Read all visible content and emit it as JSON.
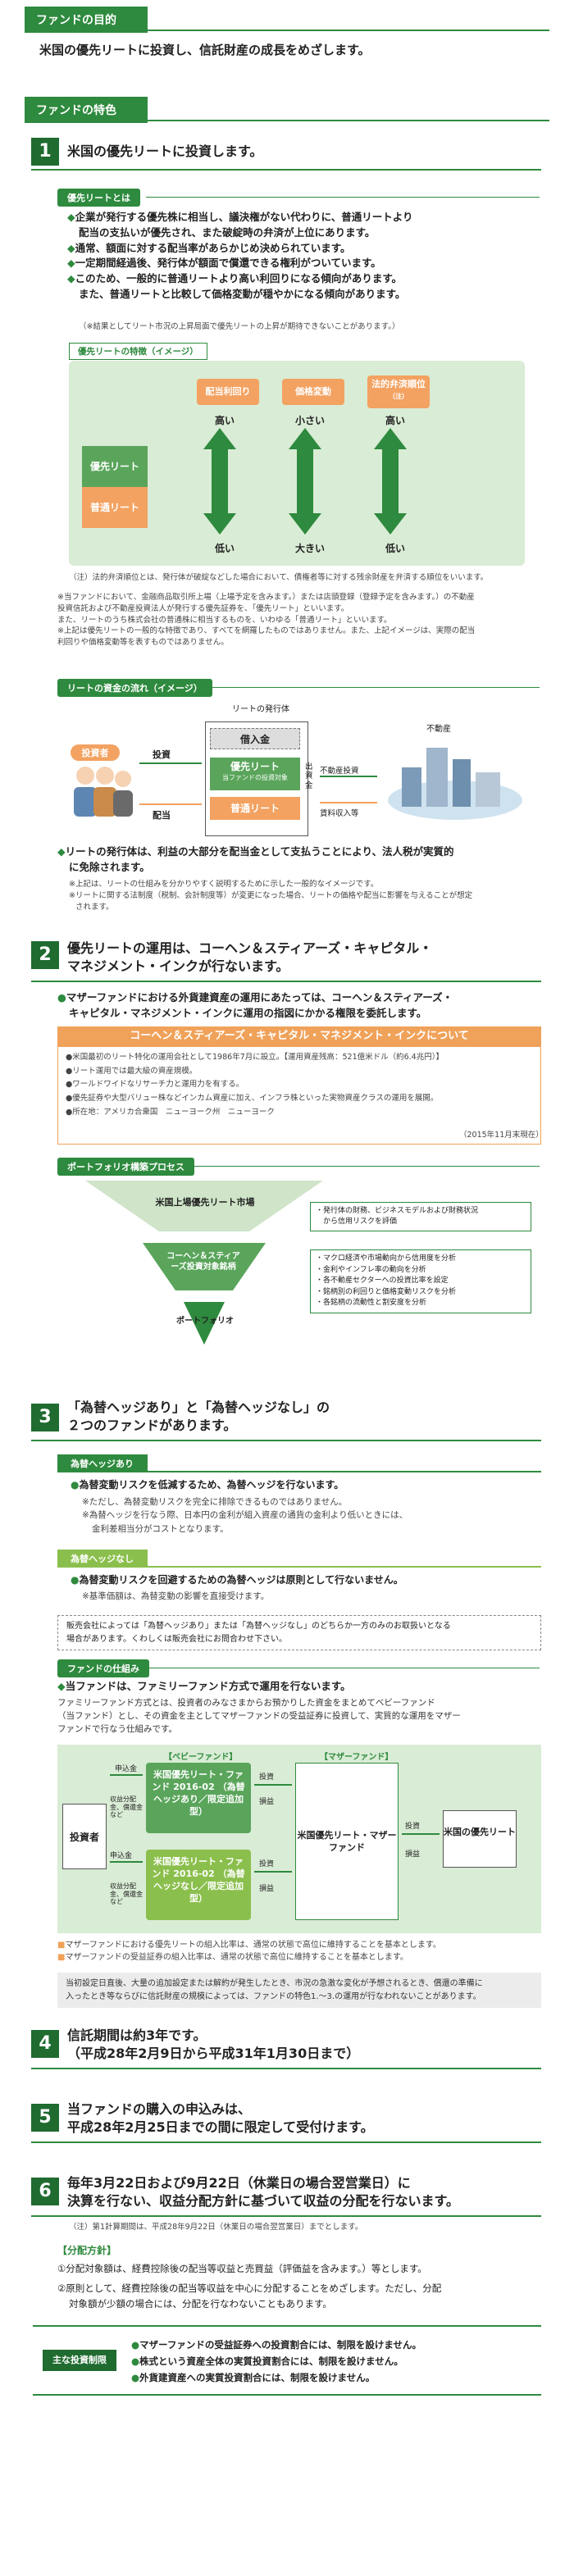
{
  "purpose": {
    "header": "ファンドの目的",
    "text": "米国の優先リートに投資し、信託財産の成長をめざします。"
  },
  "features": {
    "header": "ファンドの特色"
  },
  "sec1": {
    "num": "1",
    "title": "米国の優先リートに投資します。",
    "chip": "優先リートとは",
    "bullets": [
      "企業が発行する優先株に相当し、議決権がない代わりに、普通リートより",
      "配当の支払いが優先され、また破綻時の弁済が上位にあります。",
      "通常、額面に対する配当率があらかじめ決められています。",
      "一定期間経過後、発行体が額面で償還できる権利がついています。",
      "このため、一般的に普通リートより高い利回りになる傾向があります。",
      "また、普通リートと比較して価格変動が穏やかになる傾向があります。"
    ],
    "bullet_note": "（※結果としてリート市況の上昇局面で優先リートの上昇が期待できないことがあります。）",
    "img_title": "優先リートの特徴（イメージ）",
    "col_heads": [
      "配当利回り",
      "価格変動",
      "法的弁済順位"
    ],
    "col_head_note": "（注）",
    "high": [
      "高い",
      "小さい",
      "高い"
    ],
    "low": [
      "低い",
      "大きい",
      "低い"
    ],
    "row_pref": "優先リート",
    "row_common": "普通リート",
    "note_legal": "（注）法的弁済順位とは、発行体が破綻などした場合において、債権者等に対する残余財産を弁済する順位をいいます。",
    "notes": [
      "※当ファンドにおいて、金融商品取引所上場（上場予定を含みます。）または店頭登録（登録予定を含みます。）の不動産",
      "投資信託および不動産投資法人が発行する優先証券を、「優先リート」といいます。",
      "また、リートのうち株式会社の普通株に相当するものを、いわゆる「普通リート」といいます。",
      "※上記は優先リートの一般的な特徴であり、すべてを網羅したものではありません。また、上記イメージは、実際の配当",
      "利回りや価格変動等を表すものではありません。"
    ]
  },
  "flow": {
    "chip": "リートの資金の流れ（イメージ）",
    "issuer": "リートの発行体",
    "investor": "投資者",
    "invest": "投資",
    "dividend": "配当",
    "borrow": "借入金",
    "pref": "優先リート",
    "pref_sub": "当ファンドの投資対象",
    "common": "普通リート",
    "capital": "出資金",
    "realestate": "不動産",
    "re_invest": "不動産投資",
    "rent": "賃料収入等",
    "bullet1": "リートの発行体は、利益の大部分を配当金として支払うことにより、法人税が実質的",
    "bullet1b": "に免除されます。",
    "note1": "※上記は、リートの仕組みを分かりやすく説明するために示した一般的なイメージです。",
    "note2": "※リートに関する法制度（税制、会計制度等）が変更になった場合、リートの価格や配当に影響を与えることが想定",
    "note2b": "されます。"
  },
  "sec2": {
    "num": "2",
    "title1": "優先リートの運用は、コーヘン＆スティアーズ・キャピタル・",
    "title2": "マネジメント・インクが行ないます。",
    "bullet1": "マザーファンドにおける外貨建資産の運用にあたっては、コーヘン＆スティアーズ・",
    "bullet1b": "キャピタル・マネジメント・インクに運用の指図にかかる権限を委託します。",
    "about_header": "コーヘン＆スティアーズ・キャピタル・マネジメント・インクについて",
    "about_items": [
      "米国最初のリート特化の運用会社として1986年7月に設立。【運用資産残高：521億米ドル（約6.4兆円）】",
      "リート運用では最大級の資産規模。",
      "ワールドワイドなリサーチ力と運用力を有する。",
      "優先証券や大型バリュー株などインカム資産に加え、インフラ株といった実物資産クラスの運用を展開。",
      "所在地：アメリカ合衆国　ニューヨーク州　ニューヨーク"
    ],
    "about_note": "（2015年11月末現在）",
    "process_chip": "ポートフォリオ構築プロセス",
    "funnel": [
      "米国上場優先リート市場",
      "コーヘン＆スティアーズ投資対象銘柄",
      "ポートフォリオ"
    ],
    "right1": [
      "・発行体の財務、ビジネスモデルおよび財務状況",
      "　から信用リスクを評価"
    ],
    "right2": [
      "・マクロ経済や市場動向から信用度を分析",
      "・金利やインフレ率の動向を分析",
      "・各不動産セクターへの投資比率を設定",
      "・銘柄別の利回りと価格変動リスクを分析",
      "・各銘柄の流動性と割安度を分析"
    ]
  },
  "sec3": {
    "num": "3",
    "title1": "「為替ヘッジあり」と「為替ヘッジなし」の",
    "title2": "２つのファンドがあります。",
    "hedge_yes": "為替ヘッジあり",
    "yes_b1": "為替変動リスクを低減するため、為替ヘッジを行ないます。",
    "yes_n1": "※ただし、為替変動リスクを完全に排除できるものではありません。",
    "yes_n2": "※為替ヘッジを行なう際、日本円の金利が組入資産の通貨の金利より低いときには、",
    "yes_n3": "金利差相当分がコストとなります。",
    "hedge_no": "為替ヘッジなし",
    "no_b1": "為替変動リスクを回避するための為替ヘッジは原則として行ないません。",
    "no_n1": "※基準価額は、為替変動の影響を直接受けます。",
    "dealer1": "販売会社によっては「為替ヘッジあり」または「為替ヘッジなし」のどちらか一方のみのお取扱いとなる",
    "dealer2": "場合があります。くわしくは販売会社にお問合わせ下さい。"
  },
  "scheme": {
    "chip": "ファンドの仕組み",
    "lead": "当ファンドは、ファミリーファンド方式で運用を行ないます。",
    "desc1": "ファミリーファンド方式とは、投資者のみなさまからお預かりした資金をまとめてベビーファンド",
    "desc2": "（当ファンド）とし、その資金を主としてマザーファンドの受益証券に投資して、実質的な運用をマザー",
    "desc3": "ファンドで行なう仕組みです。",
    "baby": "【ベビーファンド】",
    "mother": "【マザーファンド】",
    "investor": "投資者",
    "apply": "申込金",
    "dist": "収益分配金、償還金 など",
    "fund1": "米国優先リート・ファンド 2016-02 （為替ヘッジあり／限定追加型）",
    "fund2": "米国優先リート・ファンド 2016-02 （為替ヘッジなし／限定追加型）",
    "invest": "投資",
    "gain": "損益",
    "mother_fund": "米国優先リート・マザーファンド",
    "us_pref": "米国の優先リート",
    "n1": "マザーファンドにおける優先リートの組入比率は、通常の状態で高位に維持することを基本とします。",
    "n2": "マザーファンドの受益証券の組入比率は、通常の状態で高位に維持することを基本とします。",
    "market1": "当初設定日直後、大量の追加設定または解約が発生したとき、市況の急激な変化が予想されるとき、償還の準備に",
    "market2": "入ったとき等ならびに信託財産の規模によっては、ファンドの特色1.～3.の運用が行なわれないことがあります。"
  },
  "sec4": {
    "num": "4",
    "title1": "信託期間は約3年です。",
    "title2": "（平成28年2月9日から平成31年1月30日まで）"
  },
  "sec5": {
    "num": "5",
    "title1": "当ファンドの購入の申込みは、",
    "title2": "平成28年2月25日までの間に限定して受付けます。"
  },
  "sec6": {
    "num": "6",
    "title1": "毎年3月22日および9月22日（休業日の場合翌営業日）に",
    "title2": "決算を行ない、収益分配方針に基づいて収益の分配を行ないます。",
    "note": "（注）第1計算期間は、平成28年9月22日（休業日の場合翌営業日）までとします。",
    "policy": "【分配方針】",
    "p1": "①分配対象額は、経費控除後の配当等収益と売買益（評価益を含みます。）等とします。",
    "p2a": "②原則として、経費控除後の配当等収益を中心に分配することをめざします。ただし、分配",
    "p2b": "対象額が少額の場合には、分配を行なわないこともあります。"
  },
  "limits": {
    "label": "主な投資制限",
    "items": [
      "マザーファンドの受益証券への投資割合には、制限を設けません。",
      "株式という資産全体の実質投資割合には、制限を設けません。",
      "外貨建資産への実質投資割合には、制限を設けません。"
    ]
  },
  "colors": {
    "green": "#2e8a3e",
    "dark_green": "#1f6b30",
    "orange": "#f0a25a"
  }
}
